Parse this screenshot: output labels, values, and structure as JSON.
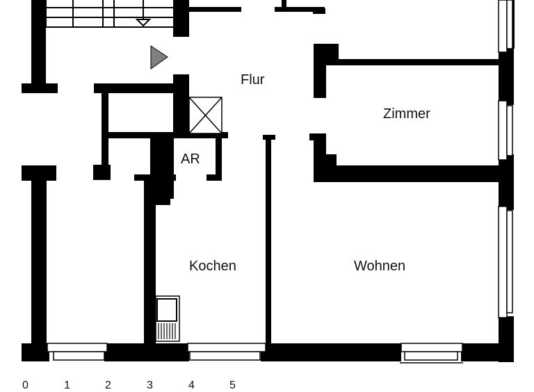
{
  "floor_plan": {
    "rooms": [
      {
        "id": "flur",
        "label": "Flur"
      },
      {
        "id": "zimmer",
        "label": "Zimmer"
      },
      {
        "id": "ar",
        "label": "AR"
      },
      {
        "id": "kochen",
        "label": "Kochen"
      },
      {
        "id": "wohnen",
        "label": "Wohnen"
      }
    ],
    "scale": {
      "ticks": [
        "0",
        "1",
        "2",
        "3",
        "4",
        "5"
      ]
    },
    "colors": {
      "wall": "#000000",
      "background": "#ffffff",
      "entrance_arrow": "#808080"
    }
  }
}
